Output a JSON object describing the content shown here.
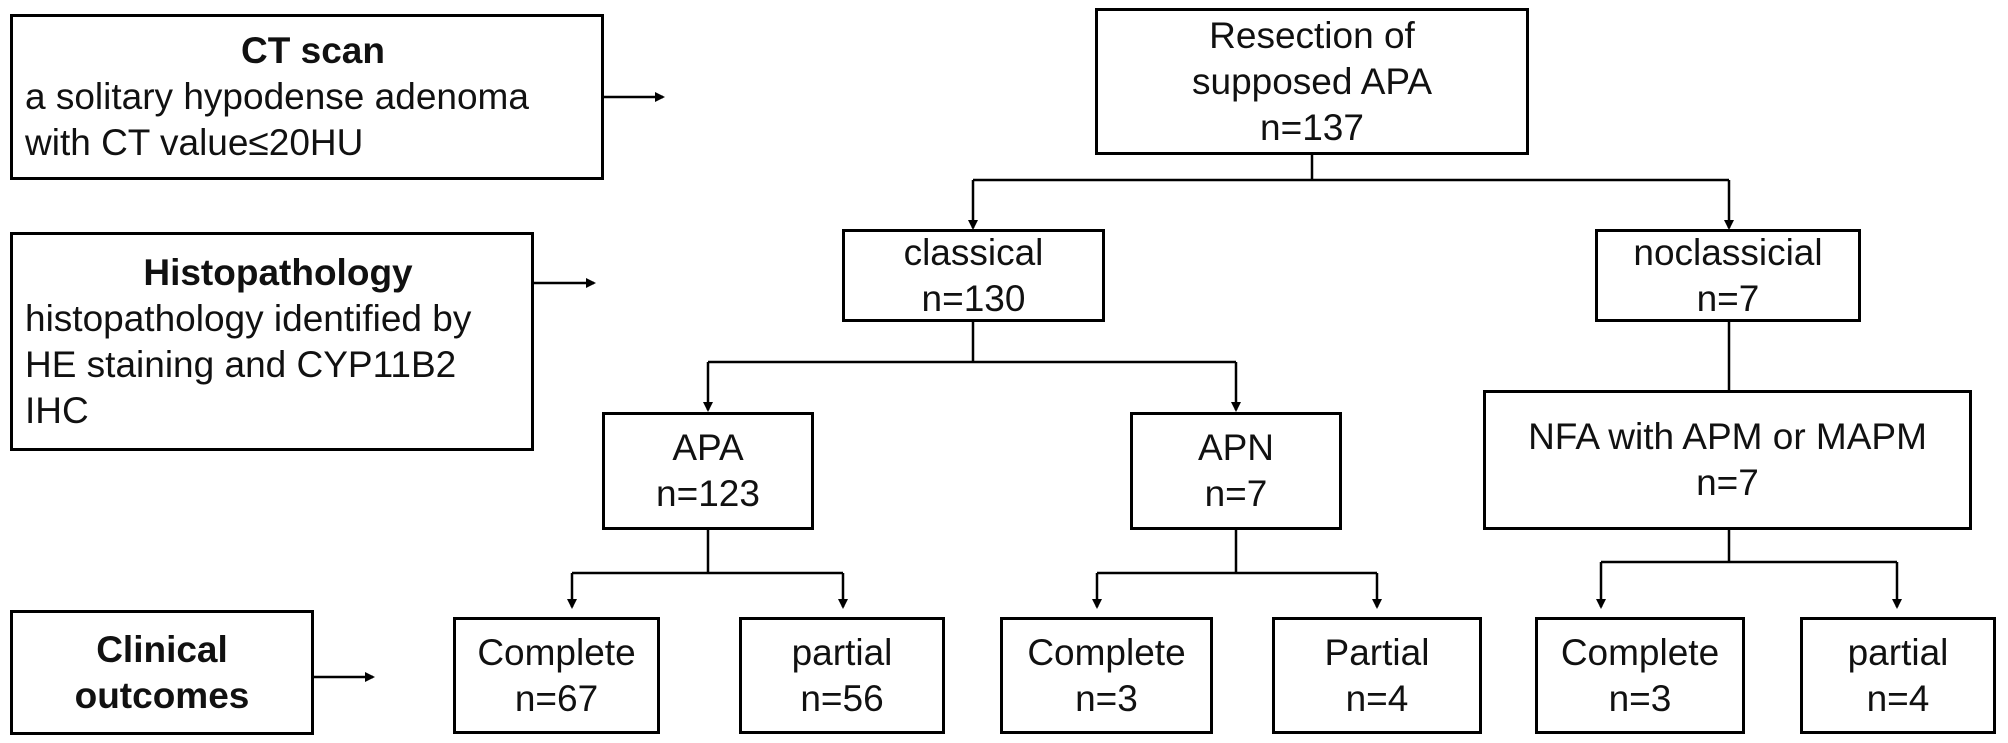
{
  "legend": {
    "ct": {
      "title": "CT scan",
      "lines": [
        "a solitary hypodense adenoma",
        "with CT value≤20HU"
      ]
    },
    "histo": {
      "title": "Histopathology",
      "lines": [
        "histopathology identified by",
        "HE staining and CYP11B2",
        "IHC"
      ]
    },
    "clinical": {
      "lines": [
        "Clinical",
        "outcomes"
      ]
    }
  },
  "nodes": {
    "root": [
      "Resection of",
      "supposed APA",
      "n=137"
    ],
    "classical": [
      "classical",
      "n=130"
    ],
    "noclassical": [
      "noclassicial",
      "n=7"
    ],
    "apa": [
      "APA",
      "n=123"
    ],
    "apn": [
      "APN",
      "n=7"
    ],
    "nfa": [
      "NFA with APM or MAPM",
      "n=7"
    ],
    "apa_complete": [
      "Complete",
      "n=67"
    ],
    "apa_partial": [
      "partial",
      "n=56"
    ],
    "apn_complete": [
      "Complete",
      "n=3"
    ],
    "apn_partial": [
      "Partial",
      "n=4"
    ],
    "nfa_complete": [
      "Complete",
      "n=3"
    ],
    "nfa_partial": [
      "partial",
      "n=4"
    ]
  }
}
